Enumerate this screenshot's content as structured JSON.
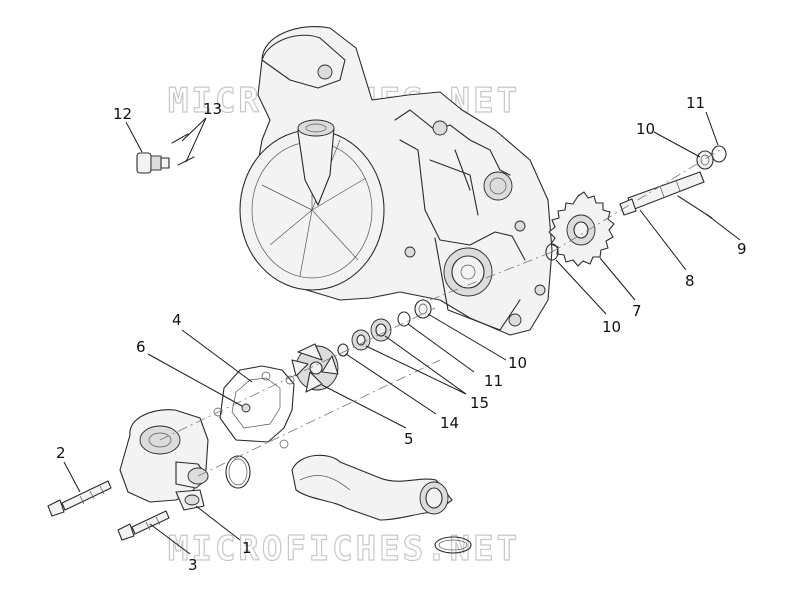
{
  "watermarks": [
    "MICROFICHES.NET",
    "MICROFICHES.NET"
  ],
  "callouts": [
    {
      "key": "12",
      "text": "12"
    },
    {
      "key": "13",
      "text": "13"
    },
    {
      "key": "11a",
      "text": "11"
    },
    {
      "key": "10a",
      "text": "10"
    },
    {
      "key": "9",
      "text": "9"
    },
    {
      "key": "8",
      "text": "8"
    },
    {
      "key": "7",
      "text": "7"
    },
    {
      "key": "10b",
      "text": "10"
    },
    {
      "key": "10c",
      "text": "10"
    },
    {
      "key": "11b",
      "text": "11"
    },
    {
      "key": "15",
      "text": "15"
    },
    {
      "key": "14",
      "text": "14"
    },
    {
      "key": "5",
      "text": "5"
    },
    {
      "key": "4",
      "text": "4"
    },
    {
      "key": "6",
      "text": "6"
    },
    {
      "key": "2",
      "text": "2"
    },
    {
      "key": "1",
      "text": "1"
    },
    {
      "key": "3",
      "text": "3"
    }
  ],
  "colors": {
    "line": "#2b2b2b",
    "watermark_outline": "#c8c8c8",
    "background": "#ffffff"
  }
}
